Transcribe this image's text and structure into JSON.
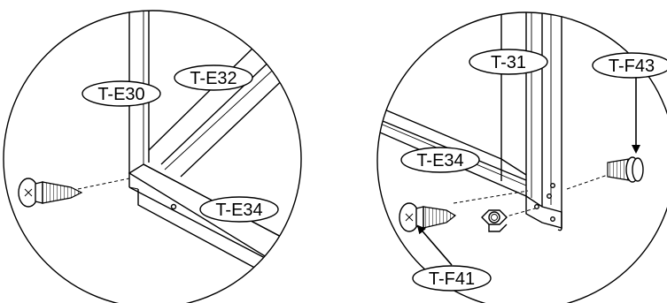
{
  "left_detail": {
    "labels": {
      "e30": "T-E30",
      "e32": "T-E32",
      "e34": "T-E34"
    },
    "icons": [
      "self-tapping-screw-icon"
    ]
  },
  "right_detail": {
    "labels": {
      "t31": "T-31",
      "f43": "T-F43",
      "e34": "T-E34",
      "f41": "T-F41"
    },
    "icons": [
      "self-tapping-screw-icon",
      "bolt-icon",
      "hex-nut-icon"
    ]
  }
}
